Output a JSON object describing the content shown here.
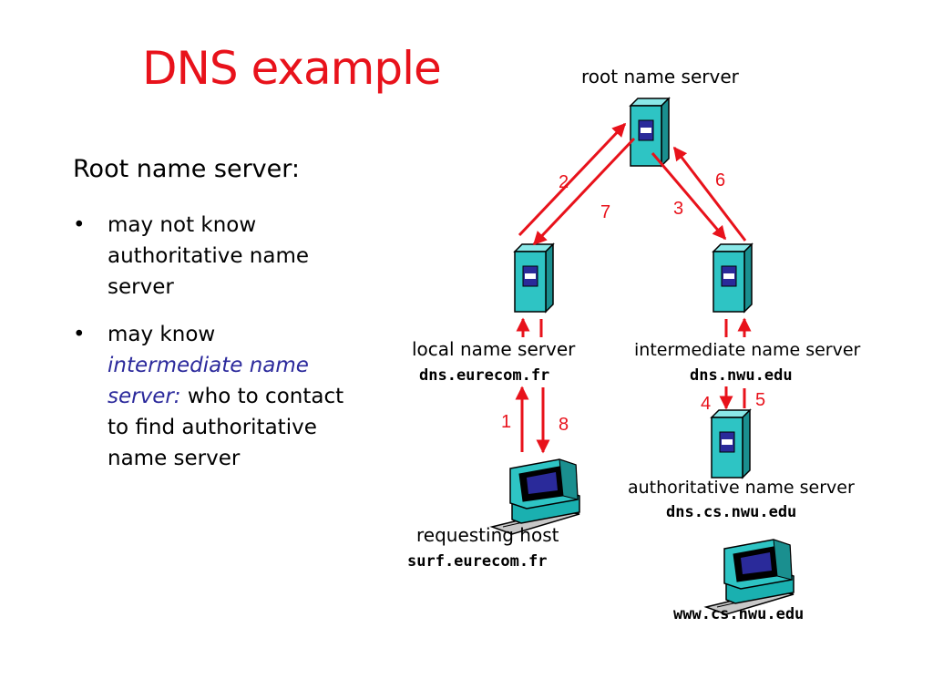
{
  "title": "DNS example",
  "left": {
    "heading": "Root name server:",
    "bullet_char": "•",
    "bullet1": "may not know authoritative name server",
    "bullet2_prefix": "may know ",
    "bullet2_em": "intermediate name server:",
    "bullet2_rest": " who to contact to find authoritative name server"
  },
  "nodes": {
    "root": {
      "label": "root name server"
    },
    "local": {
      "label": "local name server",
      "host": "dns.eurecom.fr"
    },
    "intermediate": {
      "label": "intermediate name server",
      "host": "dns.nwu.edu"
    },
    "authoritative": {
      "label": "authoritative name server",
      "host": "dns.cs.nwu.edu"
    },
    "requesting": {
      "label": "requesting host",
      "host": "surf.eurecom.fr"
    },
    "www": {
      "host": "www.cs.nwu.edu"
    }
  },
  "steps": [
    "1",
    "2",
    "3",
    "4",
    "5",
    "6",
    "7",
    "8"
  ],
  "colors": {
    "title": "#e8121b",
    "arrow": "#e8121b",
    "emphasis": "#2c2a9c",
    "server_front": "#2ec4c4",
    "server_side": "#1a8f8f",
    "server_top": "#8ae8e8",
    "badge": "#2a2a9a"
  },
  "icons": [
    "server-icon",
    "computer-icon"
  ]
}
